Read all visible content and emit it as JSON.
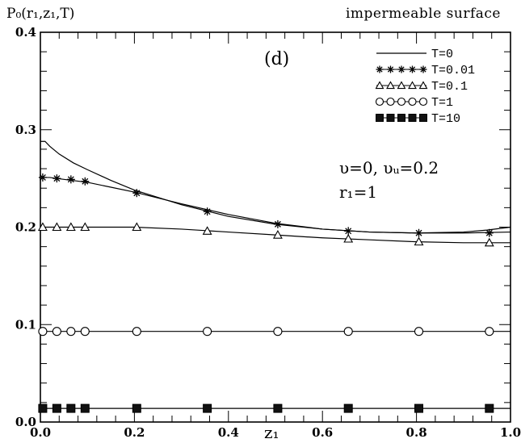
{
  "chart_data": {
    "type": "line",
    "panel_label": "(d)",
    "title": "impermeable surface",
    "ylabel": "P₀(r₁,z₁,T)",
    "xlabel": "z₁",
    "annotation_line1": "υ=0,  υᵤ=0.2",
    "annotation_line2": "r₁=1",
    "xlim": [
      0,
      1.0
    ],
    "ylim": [
      0,
      0.4
    ],
    "xticks": [
      "0.0",
      "0.2",
      "0.4",
      "0.6",
      "0.8",
      "1.0"
    ],
    "yticks": [
      "0.0",
      "0.1",
      "0.2",
      "0.3",
      "0.4"
    ],
    "legend_position": "top-right",
    "series": [
      {
        "name": "T=0",
        "marker": "none",
        "x": [
          0,
          0.01,
          0.02,
          0.04,
          0.07,
          0.1,
          0.15,
          0.2,
          0.3,
          0.4,
          0.5,
          0.6,
          0.7,
          0.8,
          0.9,
          0.95,
          1.0
        ],
        "y": [
          0.288,
          0.288,
          0.283,
          0.275,
          0.266,
          0.259,
          0.248,
          0.238,
          0.223,
          0.211,
          0.203,
          0.198,
          0.195,
          0.194,
          0.195,
          0.197,
          0.2
        ],
        "marker_x": [],
        "marker_y": []
      },
      {
        "name": "T=0.01",
        "marker": "star",
        "x": [
          0,
          0.02,
          0.05,
          0.1,
          0.15,
          0.2,
          0.3,
          0.4,
          0.5,
          0.6,
          0.7,
          0.8,
          0.9,
          1.0
        ],
        "y": [
          0.251,
          0.251,
          0.249,
          0.246,
          0.241,
          0.236,
          0.224,
          0.213,
          0.204,
          0.198,
          0.195,
          0.194,
          0.194,
          0.195
        ],
        "marker_x": [
          0.005,
          0.035,
          0.065,
          0.095,
          0.205,
          0.355,
          0.505,
          0.655,
          0.805,
          0.955
        ],
        "marker_y": [
          0.251,
          0.25,
          0.249,
          0.247,
          0.235,
          0.216,
          0.203,
          0.196,
          0.194,
          0.194
        ]
      },
      {
        "name": "T=0.1",
        "marker": "triangle",
        "x": [
          0,
          0.1,
          0.2,
          0.3,
          0.4,
          0.5,
          0.6,
          0.7,
          0.8,
          0.9,
          1.0
        ],
        "y": [
          0.2,
          0.2,
          0.2,
          0.198,
          0.195,
          0.192,
          0.189,
          0.187,
          0.185,
          0.184,
          0.184
        ],
        "marker_x": [
          0.005,
          0.035,
          0.065,
          0.095,
          0.205,
          0.355,
          0.505,
          0.655,
          0.805,
          0.955
        ],
        "marker_y": [
          0.2,
          0.2,
          0.2,
          0.2,
          0.2,
          0.196,
          0.192,
          0.188,
          0.185,
          0.184
        ]
      },
      {
        "name": "T=1",
        "marker": "circle",
        "x": [
          0,
          1.0
        ],
        "y": [
          0.093,
          0.093
        ],
        "marker_x": [
          0.005,
          0.035,
          0.065,
          0.095,
          0.205,
          0.355,
          0.505,
          0.655,
          0.805,
          0.955
        ],
        "marker_y": [
          0.093,
          0.093,
          0.093,
          0.093,
          0.093,
          0.093,
          0.093,
          0.093,
          0.093,
          0.093
        ]
      },
      {
        "name": "T=10",
        "marker": "square",
        "x": [
          0,
          1.0
        ],
        "y": [
          0.014,
          0.014
        ],
        "marker_x": [
          0.005,
          0.035,
          0.065,
          0.095,
          0.205,
          0.355,
          0.505,
          0.655,
          0.805,
          0.955
        ],
        "marker_y": [
          0.014,
          0.014,
          0.014,
          0.014,
          0.014,
          0.014,
          0.014,
          0.014,
          0.014,
          0.014
        ]
      }
    ]
  }
}
